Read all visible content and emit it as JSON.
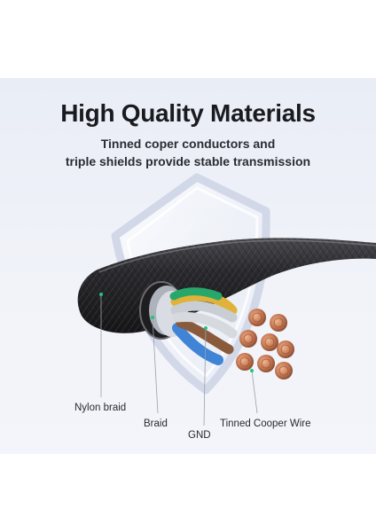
{
  "heading": {
    "title": "High Quality Materials",
    "subtitle_line1": "Tinned coper conductors and",
    "subtitle_line2": "triple shields provide stable transmission"
  },
  "callouts": {
    "nylon_braid": "Nylon braid",
    "braid": "Braid",
    "gnd": "GND",
    "tinned_wire": "Tinned Cooper Wire"
  },
  "colors": {
    "background_top": "#e9edf6",
    "shield_stroke": "#cfd6e6",
    "copper": "#c97a55",
    "pair_green": "#27a86a",
    "pair_blue": "#3f84d6",
    "pair_yellow": "#e0b23a",
    "pair_brown": "#8a5a3c"
  }
}
